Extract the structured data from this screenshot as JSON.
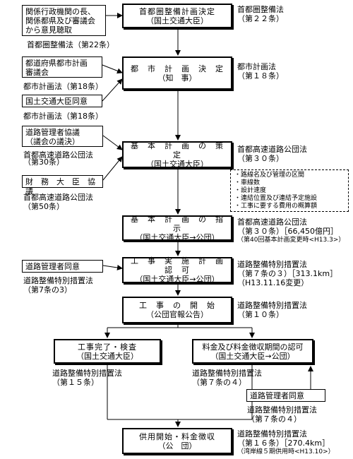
{
  "steps": [
    {
      "title": "首都圏整備計画決定",
      "sub": "（国土交通大臣）",
      "law": "首都圏整備法",
      "article": "（第２２条）"
    },
    {
      "title": "都　市　計　画　決　定",
      "sub": "（知　事）",
      "law": "都市計画法",
      "article": "（第１８条）"
    },
    {
      "title": "基　本　計　画　の　策　定",
      "sub": "（国土交通大臣）",
      "law": "首都高速道路公団法",
      "article": "（第３０条）"
    },
    {
      "title": "基　本　計　画　の　指　示",
      "sub": "（国土交通大臣→公団）",
      "law": "首都高速道路公団法",
      "article": "（第３０条）［66,450億円］",
      "note": "（第40回基本計画変更時<H13.3>）"
    },
    {
      "title": "工　事　実　施　計　画　認　可",
      "sub": "（国土交通大臣→公団）",
      "law": "道路整備特別措置法",
      "article": "（第７条の３）［313.1km］",
      "note": "（H13.11.16変更）"
    },
    {
      "title": "工　事　の　開　始",
      "sub": "（公団官報公告）",
      "law": "道路整備特別措置法",
      "article": "（第１０条）"
    },
    {
      "title": "工事完了・検査",
      "sub": "（国土交通大臣）",
      "law": "道路整備特別措置法",
      "article": "（第１５条）"
    },
    {
      "title": "料金及び料金徴収期間の認可",
      "sub": "（国土交通大臣→公団）",
      "law": "道路整備特別措置法",
      "article": "（第７条の４）"
    },
    {
      "title": "供用開始・料金徴収",
      "sub": "（公　団）",
      "law": "道路整備特別措置法",
      "article": "（第１６条）［270.4km］",
      "note": "（湾岸線５期供用時<H13.10>）"
    }
  ],
  "side_inputs": [
    {
      "lines": [
        "関係行政機関の長、",
        "関係都県及び審議会",
        "から意見聴取"
      ],
      "law": "首都圏整備法（第22条）"
    },
    {
      "lines": [
        "都道府県都市計画",
        "審議会"
      ],
      "law": "都市計画法（第18条）"
    },
    {
      "lines": [
        "国土交通大臣同意"
      ],
      "law": "都市計画法（第18条）"
    },
    {
      "lines": [
        "道路管理者協議",
        "（議会の議決）"
      ],
      "law": "首都高速道路公団法",
      "article": "（第30条）"
    },
    {
      "lines": [
        "財　務　大　臣　協　議"
      ],
      "law": "首都高速道路公団法",
      "article": "（第50条）"
    },
    {
      "lines": [
        "道路管理者同意"
      ],
      "law": "道路整備特別措置法",
      "article": "（第7条の3）"
    },
    {
      "lines": [
        "道路管理者同意"
      ],
      "law": "道路整備特別措置法",
      "article": "（第７条の４）"
    }
  ],
  "plan_items": [
    "・路線名及び管理の区間",
    "・車線数",
    "・設計速度",
    "・連結位置及び連結予定施設",
    "・工事に要する費用の概算額"
  ]
}
